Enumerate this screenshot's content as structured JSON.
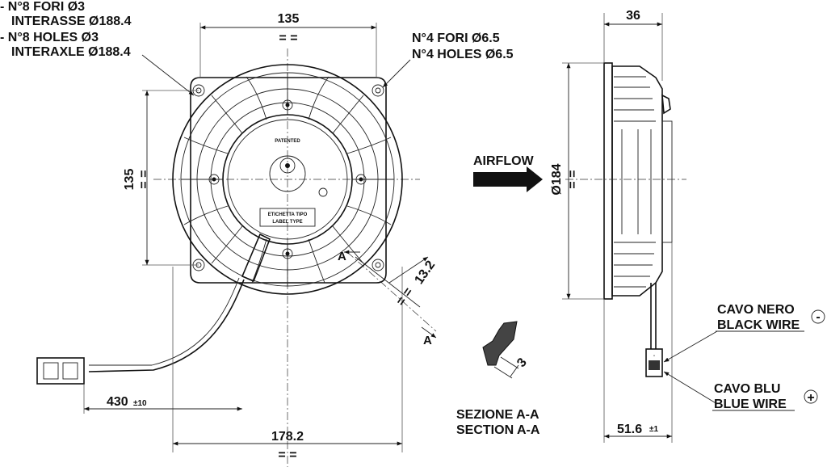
{
  "front_view": {
    "top_width": "135",
    "equal_mark": "= =",
    "left_height": "135",
    "bottom_width": "178.2",
    "section_offset": "13.2",
    "section_letter": "A",
    "label_patented": "PATENTED",
    "label_tipo_1": "ETICHETTA TIPO",
    "label_tipo_2": "LABEL TYPE",
    "holes_small": {
      "line1": "- N°8 FORI Ø3",
      "line2": "INTERASSE Ø188.4",
      "line3": "- N°8 HOLES Ø3",
      "line4": "INTERAXLE Ø188.4"
    },
    "holes_large": {
      "line1": "N°4 FORI Ø6.5",
      "line2": "N°4 HOLES Ø6.5"
    }
  },
  "cable": {
    "length": "430",
    "tolerance": "±10"
  },
  "airflow_label": "AIRFLOW",
  "section": {
    "depth": "3",
    "title_it": "SEZIONE A-A",
    "title_en": "SECTION A-A"
  },
  "side_view": {
    "top_depth": "36",
    "diameter": "Ø184",
    "overall_depth": "51.6",
    "overall_tol": "±1",
    "wire_black_it": "CAVO NERO",
    "wire_black_en": "BLACK WIRE",
    "wire_blue_it": "CAVO BLU",
    "wire_blue_en": "BLUE WIRE",
    "minus_symbol": "-",
    "plus_symbol": "+"
  }
}
